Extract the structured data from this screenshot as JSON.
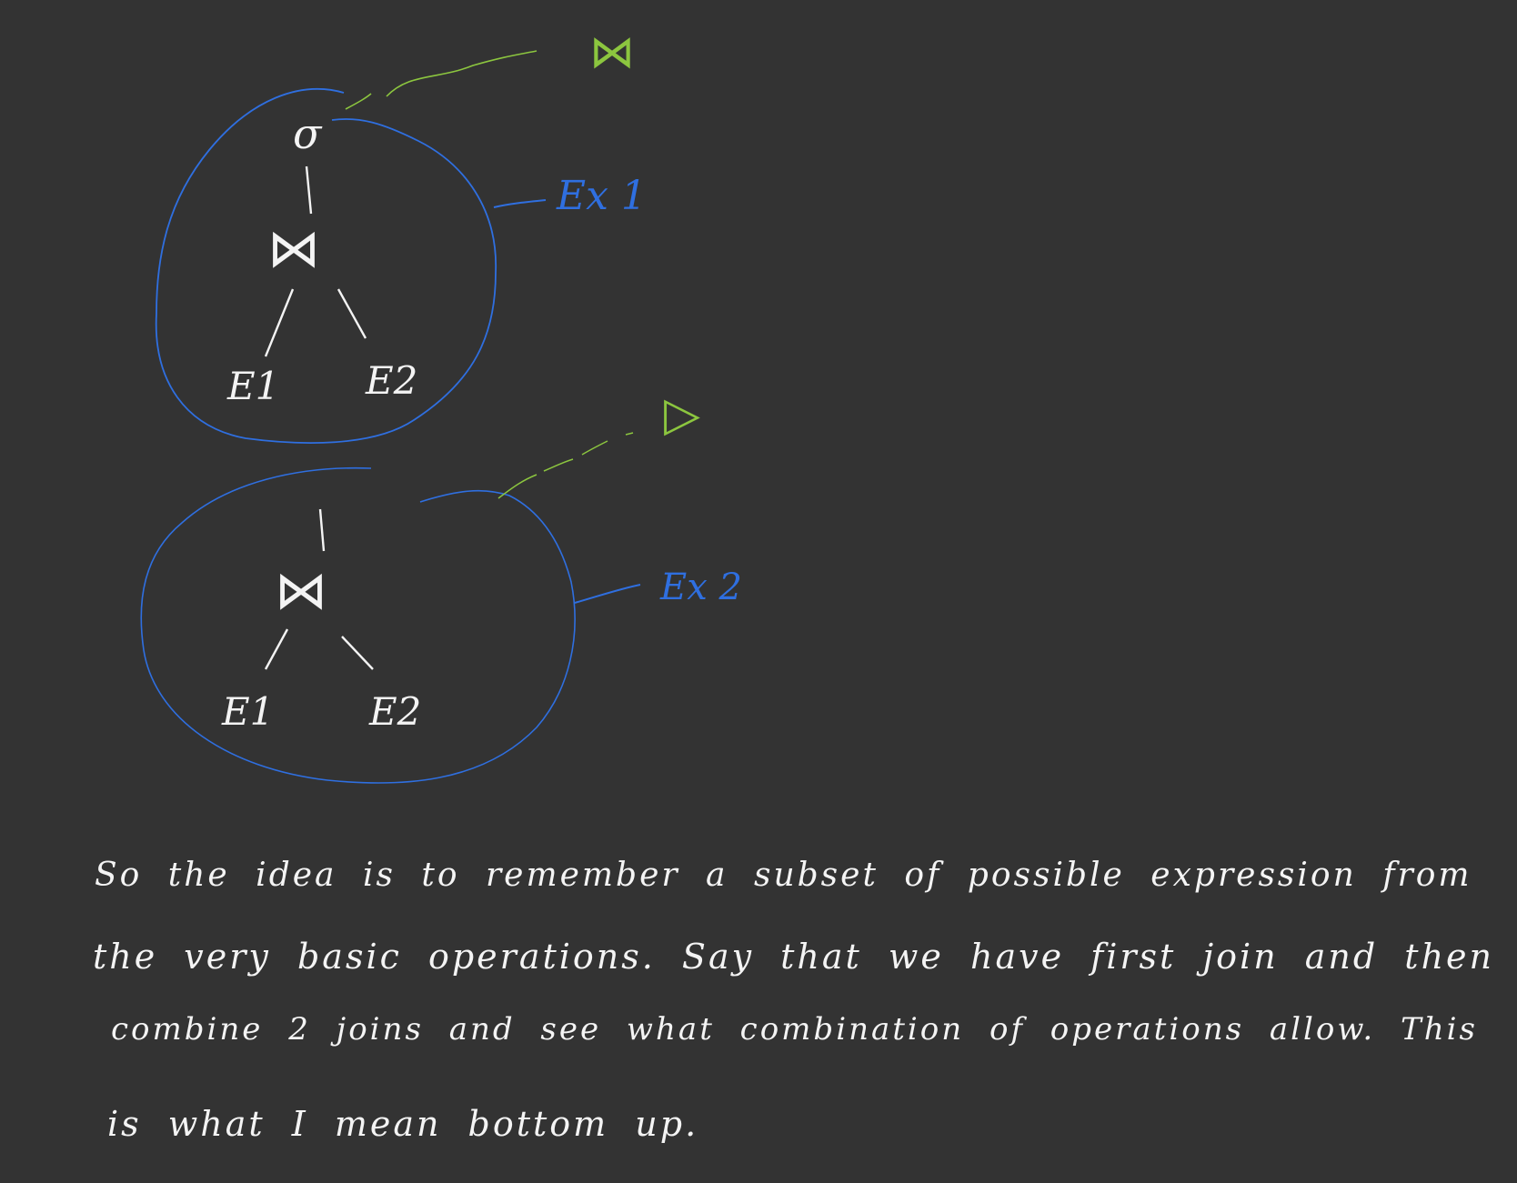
{
  "canvas": {
    "background": "#333333",
    "ink_white": "#f4f4f4",
    "ink_blue": "#2f6fe0",
    "ink_green": "#8cc63f"
  },
  "tree1": {
    "root_symbol": "σ",
    "join_symbol": "⋈",
    "left_leaf": "E1",
    "right_leaf": "E2",
    "label": "Ex 1",
    "green_symbol": "⋈"
  },
  "tree2": {
    "join_symbol": "⋈",
    "left_leaf": "E1",
    "right_leaf": "E2",
    "label": "Ex 2",
    "green_symbol": "▷"
  },
  "note": {
    "lines": [
      "So the idea is to remember a subset of possible expression from",
      "the very basic operations. Say that we have first join and then",
      "combine 2 joins and see what combination of operations allow. This",
      "is what I mean bottom up."
    ]
  }
}
